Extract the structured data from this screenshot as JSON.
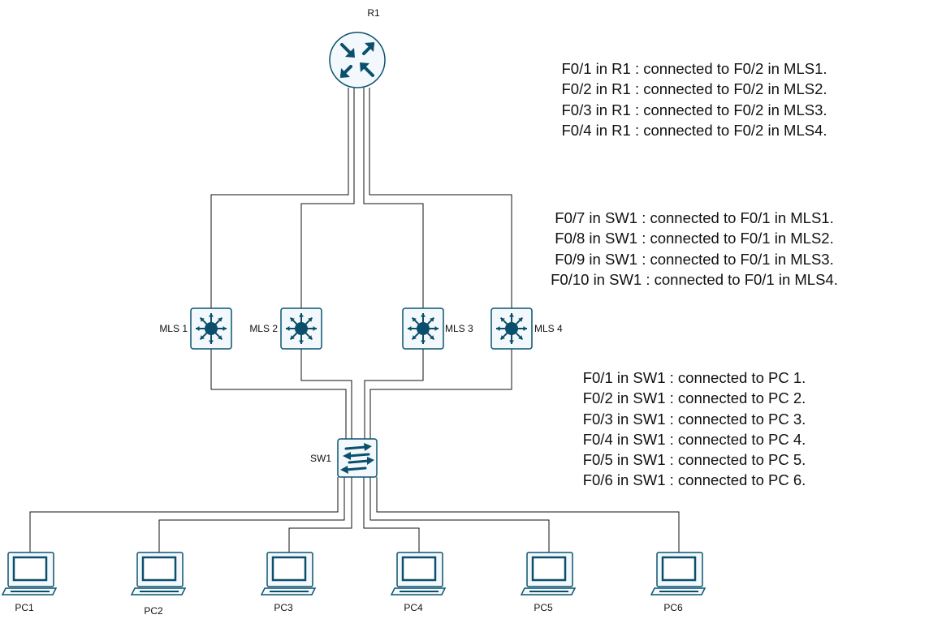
{
  "router": {
    "label": "R1",
    "icon": "router-icon"
  },
  "mls_switches": [
    {
      "label": "MLS 1",
      "icon": "multilayer-switch-icon"
    },
    {
      "label": "MLS 2",
      "icon": "multilayer-switch-icon"
    },
    {
      "label": "MLS 3",
      "icon": "multilayer-switch-icon"
    },
    {
      "label": "MLS 4",
      "icon": "multilayer-switch-icon"
    }
  ],
  "access_switch": {
    "label": "SW1",
    "icon": "switch-icon"
  },
  "pcs": [
    {
      "label": "PC1",
      "icon": "computer-icon"
    },
    {
      "label": "PC2",
      "icon": "computer-icon"
    },
    {
      "label": "PC3",
      "icon": "computer-icon"
    },
    {
      "label": "PC4",
      "icon": "computer-icon"
    },
    {
      "label": "PC5",
      "icon": "computer-icon"
    },
    {
      "label": "PC6",
      "icon": "computer-icon"
    }
  ],
  "notes": {
    "router_links": [
      "F0/1 in R1 : connected to F0/2 in MLS1.",
      "F0/2 in R1 : connected to F0/2 in MLS2.",
      "F0/3 in R1 : connected to F0/2 in MLS3.",
      "F0/4 in R1 : connected to F0/2 in MLS4."
    ],
    "mls_links": [
      "F0/7 in SW1 : connected to F0/1 in MLS1.",
      "F0/8 in SW1 : connected to F0/1 in MLS2.",
      "F0/9 in SW1 : connected to F0/1 in MLS3.",
      "F0/10 in SW1 : connected to F0/1 in MLS4."
    ],
    "pc_links": [
      "F0/1 in SW1 : connected to PC 1.",
      "F0/2 in SW1 : connected to PC 2.",
      "F0/3 in SW1 : connected to PC 3.",
      "F0/4 in SW1 : connected to PC 4.",
      "F0/5 in SW1 : connected to PC 5.",
      "F0/6 in SW1 : connected to PC 6."
    ]
  },
  "colors": {
    "device_fill": "#f2f8fb",
    "device_stroke": "#0b5470",
    "icon": "#0b4f6c",
    "link": "#111111"
  }
}
